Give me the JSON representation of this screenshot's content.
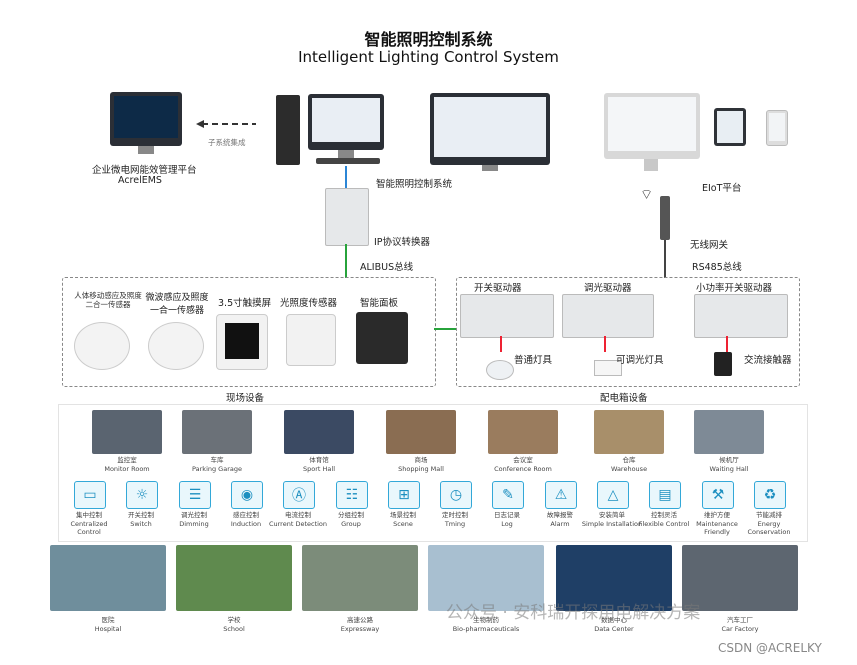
{
  "title": {
    "cn": "智能照明控制系统",
    "en": "Intelligent Lighting Control System"
  },
  "top": {
    "acrel_ems_cn": "企业微电网能效管理平台",
    "acrel_ems_en": "AcrelEMS",
    "subsystem": "子系统集成",
    "ilcs": "智能照明控制系统",
    "eiot": "EIoT平台",
    "gateway": "IP协议转换器",
    "alibus": "ALIBUS总线",
    "wireless": "无线网关",
    "rs485": "RS485总线"
  },
  "field": {
    "caption": "现场设备",
    "items": [
      {
        "label": "人体移动感应及照度\n二合一传感器"
      },
      {
        "label": "微波感应及照度\n一合一传感器"
      },
      {
        "label": "3.5寸触摸屏"
      },
      {
        "label": "光照度传感器"
      },
      {
        "label": "智能面板"
      }
    ]
  },
  "cabinet": {
    "caption": "配电箱设备",
    "drivers": [
      "开关驱动器",
      "调光驱动器",
      "小功率开关驱动器"
    ],
    "loads": [
      "普通灯具",
      "可调光灯具",
      "交流接触器"
    ]
  },
  "scenes": [
    {
      "cn": "监控室",
      "en": "Monitor Room"
    },
    {
      "cn": "车库",
      "en": "Parking Garage"
    },
    {
      "cn": "体育馆",
      "en": "Sport Hall"
    },
    {
      "cn": "商场",
      "en": "Shopping Mall"
    },
    {
      "cn": "会议室",
      "en": "Conference Room"
    },
    {
      "cn": "仓库",
      "en": "Warehouse"
    },
    {
      "cn": "候机厅",
      "en": "Waiting Hall"
    }
  ],
  "functions": [
    {
      "cn": "集中控制",
      "en": "Centralized\nControl",
      "icon": "monitor-icon",
      "glyph": "▭"
    },
    {
      "cn": "开关控制",
      "en": "Switch",
      "icon": "bulb-icon",
      "glyph": "☼"
    },
    {
      "cn": "调光控制",
      "en": "Dimming",
      "icon": "sliders-icon",
      "glyph": "☰"
    },
    {
      "cn": "感应控制",
      "en": "Induction",
      "icon": "sensor-icon",
      "glyph": "◉"
    },
    {
      "cn": "电流控制",
      "en": "Current Detection",
      "icon": "ammeter-icon",
      "glyph": "Ⓐ"
    },
    {
      "cn": "分组控制",
      "en": "Group",
      "icon": "list-icon",
      "glyph": "☷"
    },
    {
      "cn": "场景控制",
      "en": "Scene",
      "icon": "grid-icon",
      "glyph": "⊞"
    },
    {
      "cn": "定时控制",
      "en": "Tming",
      "icon": "clock-icon",
      "glyph": "◷"
    },
    {
      "cn": "日志记录",
      "en": "Log",
      "icon": "log-icon",
      "glyph": "✎"
    },
    {
      "cn": "故障报警",
      "en": "Alarm",
      "icon": "alarm-icon",
      "glyph": "⚠"
    },
    {
      "cn": "安装简单",
      "en": "Simple Installation",
      "icon": "triangle-icon",
      "glyph": "△"
    },
    {
      "cn": "控制灵活",
      "en": "Flexible Control",
      "icon": "doc-icon",
      "glyph": "▤"
    },
    {
      "cn": "维护方便",
      "en": "Maintenance\nFriendly",
      "icon": "wrench-icon",
      "glyph": "⚒"
    },
    {
      "cn": "节能减排",
      "en": "Energy\nConservation",
      "icon": "recycle-icon",
      "glyph": "♻"
    }
  ],
  "applications": [
    {
      "cn": "医院",
      "en": "Hospital"
    },
    {
      "cn": "学校",
      "en": "School"
    },
    {
      "cn": "高速公路",
      "en": "Expressway"
    },
    {
      "cn": "生物制药",
      "en": "Bio-pharmaceuticals"
    },
    {
      "cn": "数据中心",
      "en": "Data Center"
    },
    {
      "cn": "汽车工厂",
      "en": "Car Factory"
    }
  ],
  "watermark": {
    "wechat": "公众号 · 安科瑞开探用电解决方案",
    "csdn": "CSDN @ACRELKY"
  },
  "colors": {
    "bus_green": "#27a33b",
    "bus_blue": "#2b86d6",
    "icon_blue": "#33a8d8"
  }
}
